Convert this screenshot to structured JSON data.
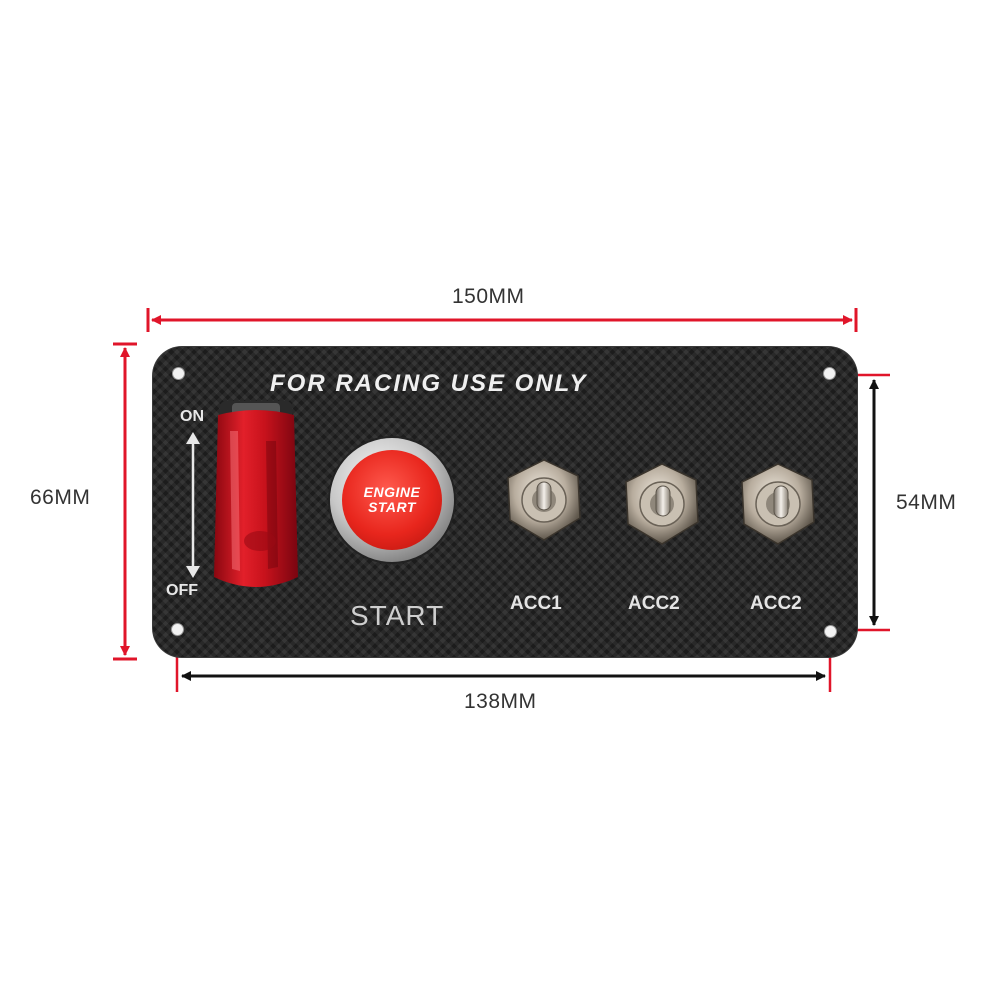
{
  "dimensions": {
    "width_top": "150MM",
    "height_left": "66MM",
    "height_right": "54MM",
    "width_bottom": "138MM"
  },
  "panel": {
    "title": "FOR RACING USE ONLY",
    "switch_on": "ON",
    "switch_off": "OFF",
    "button_line1": "ENGINE",
    "button_line2": "START",
    "start_label": "START",
    "toggles": [
      "ACC1",
      "ACC2",
      "ACC2"
    ]
  },
  "colors": {
    "dimension_line": "#e0152a",
    "dimension_line_dark": "#111111",
    "panel_background": "#1c1c1c",
    "button_red": "#e8261d",
    "cover_red": "#d4141f"
  }
}
